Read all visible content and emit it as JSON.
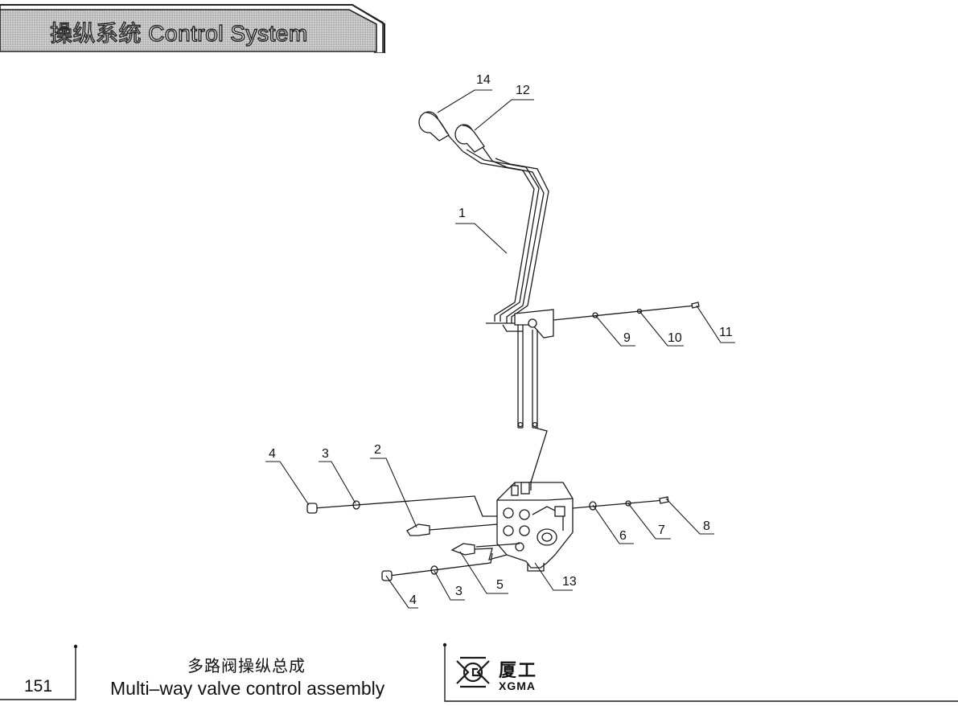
{
  "header": {
    "section_title": "操纵系统 Control System"
  },
  "diagram": {
    "callouts": [
      "14",
      "12",
      "1",
      "9",
      "10",
      "11",
      "4",
      "3",
      "2",
      "6",
      "7",
      "8",
      "5",
      "13",
      "4",
      "3"
    ]
  },
  "footer": {
    "page_number": "151",
    "title_cn": "多路阀操纵总成",
    "title_en": "Multi–way valve control assembly",
    "brand_cn": "厦工",
    "brand_en": "XGMA"
  }
}
